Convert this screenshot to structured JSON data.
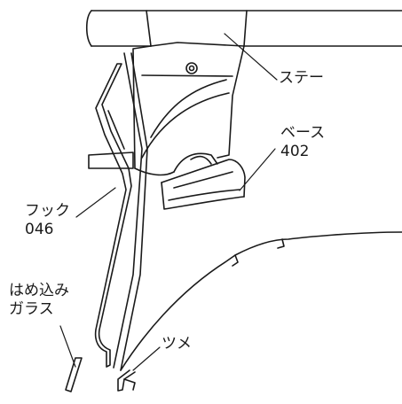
{
  "labels": {
    "stay": "ステー",
    "base": "ベース",
    "base_code": "402",
    "hook": "フック",
    "hook_code": "046",
    "glass_line1": "はめ込み",
    "glass_line2": "ガラス",
    "claw": "ツメ"
  },
  "colors": {
    "ink": "#1a1a1a",
    "paper": "#ffffff"
  }
}
